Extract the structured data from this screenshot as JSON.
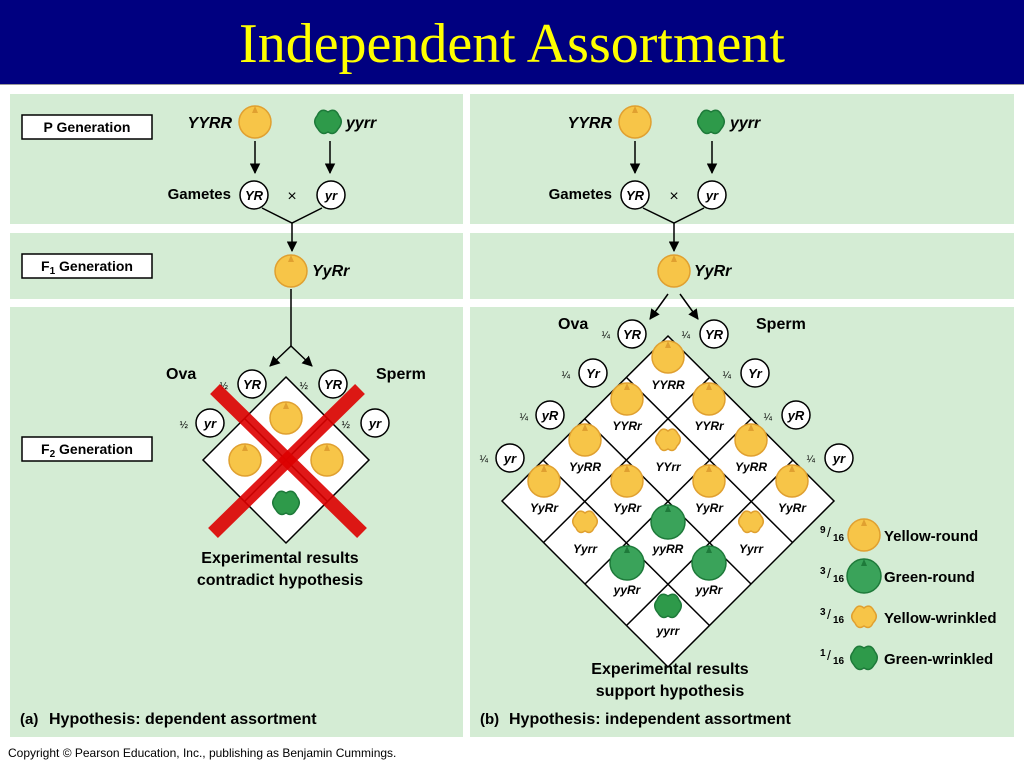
{
  "title": "Independent Assortment",
  "copyright": "Copyright © Pearson Education, Inc., publishing as Benjamin Cummings.",
  "colors": {
    "title_bg": "#000080",
    "title_text": "#ffff00",
    "panel": "#d4ecd4",
    "yellow": "#f7c548",
    "green": "#3aa35a",
    "x_red": "#dd0000"
  },
  "labels": {
    "p_generation": "P Generation",
    "f1_generation": "F",
    "f1_sub": "1",
    "f1_rest": " Generation",
    "f2_generation": "F",
    "f2_sub": "2",
    "f2_rest": " Generation",
    "gametes": "Gametes",
    "times": "×",
    "ova": "Ova",
    "sperm": "Sperm"
  },
  "genotypes": {
    "yyrr_parent_dominant": "YYRR",
    "yyrr_parent_recessive": "yyrr",
    "gamete_dominant": "YR",
    "gamete_recessive": "yr",
    "f1": "YyRr",
    "gamete_yR": "yR",
    "gamete_Yr": "Yr"
  },
  "fractions": {
    "half": "½",
    "quarter": "¼"
  },
  "panel_a": {
    "caption_letter": "(a)",
    "caption": "Hypothesis: dependent assortment",
    "result_line1": "Experimental results",
    "result_line2": "contradict hypothesis"
  },
  "panel_b": {
    "caption_letter": "(b)",
    "caption": "Hypothesis: independent assortment",
    "result_line1": "Experimental results",
    "result_line2": "support hypothesis",
    "grid_cells": [
      "YYRR",
      "YYRr",
      "YYRr",
      "YyRR",
      "YYrr",
      "YyRR",
      "YyRr",
      "YyRr",
      "YyRr",
      "YyRr",
      "Yyrr",
      "yyRR",
      "Yyrr",
      "yyRr",
      "yyRr",
      "yyrr"
    ],
    "legend": [
      {
        "num": "9",
        "den": "16",
        "label": "Yellow-round",
        "icon": "yellow-round"
      },
      {
        "num": "3",
        "den": "16",
        "label": "Green-round",
        "icon": "green-round"
      },
      {
        "num": "3",
        "den": "16",
        "label": "Yellow-wrinkled",
        "icon": "yellow-wrinkled"
      },
      {
        "num": "1",
        "den": "16",
        "label": "Green-wrinkled",
        "icon": "green-wrinkled"
      }
    ]
  }
}
